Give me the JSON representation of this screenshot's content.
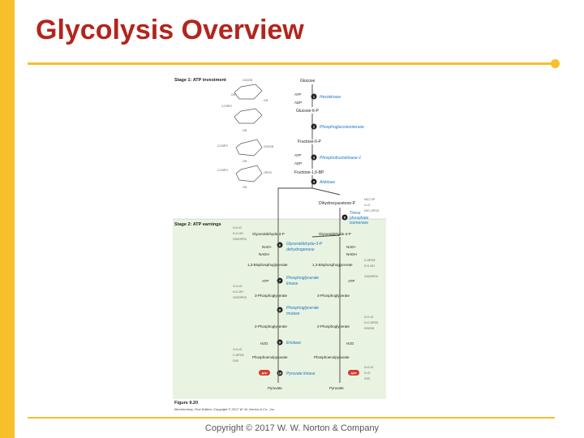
{
  "slide": {
    "title": "Glycolysis Overview",
    "copyright": "Copyright © 2017 W. W. Norton & Company",
    "accent_color": "#f7c02b",
    "title_color": "#b2251d"
  },
  "figure": {
    "stage1_label": "Stage 1: ATP investment",
    "stage2_label": "Stage 2: ATP earnings",
    "caption_title": "Figure 9.20",
    "caption_credit": "Biochemistry, First Edition, Copyright © 2017 W. W. Norton & Co., Inc.",
    "stage2_color": "#e9f3e1",
    "enzyme_color": "#1a73c7",
    "pathway_color": "#444444",
    "metabolites": {
      "glucose": "Glucose",
      "g6p": "Glucose-6-P",
      "f6p": "Fructose-6-P",
      "f16bp": "Fructose-1,6-BP",
      "dhap": "Dihydroxyacetone-P",
      "gap_left": "Glyceraldehyde-3-P",
      "gap_right": "Glyceraldehyde-3-P",
      "bpg_left": "1,3-Bisphosphoglycerate",
      "bpg_right": "1,3-Bisphosphoglycerate",
      "pg3_left": "3-Phosphoglycerate",
      "pg3_right": "3-Phosphoglycerate",
      "pg2_left": "2-Phosphoglycerate",
      "pg2_right": "2-Phosphoglycerate",
      "pep_left": "Phosphoenolpyruvate",
      "pep_right": "Phosphoenolpyruvate",
      "pyr_left": "Pyruvate",
      "pyr_right": "Pyruvate"
    },
    "enzymes": {
      "e1": "Hexokinase",
      "e2": "Phosphoglucoisomerase",
      "e3": "Phosphofructokinase-1",
      "e4": "Aldolase",
      "e5a": "Triose",
      "e5b": "phosphate",
      "e5c": "isomerase",
      "e6a": "Glyceraldehyde-3-P",
      "e6b": "dehydrogenase",
      "e7a": "Phosphoglycerate",
      "e7b": "kinase",
      "e8a": "Phosphoglycerate",
      "e8b": "mutase",
      "e9": "Enolase",
      "e10": "Pyruvate kinase"
    },
    "steps": [
      "1",
      "2",
      "3",
      "4",
      "5",
      "6",
      "7",
      "8",
      "9",
      "10"
    ],
    "cofactors": {
      "atp": "ATP",
      "adp": "ADP",
      "nad": "NAD+",
      "nadh": "NADH",
      "h2o": "H2O",
      "atp_badge": "ATP"
    }
  }
}
